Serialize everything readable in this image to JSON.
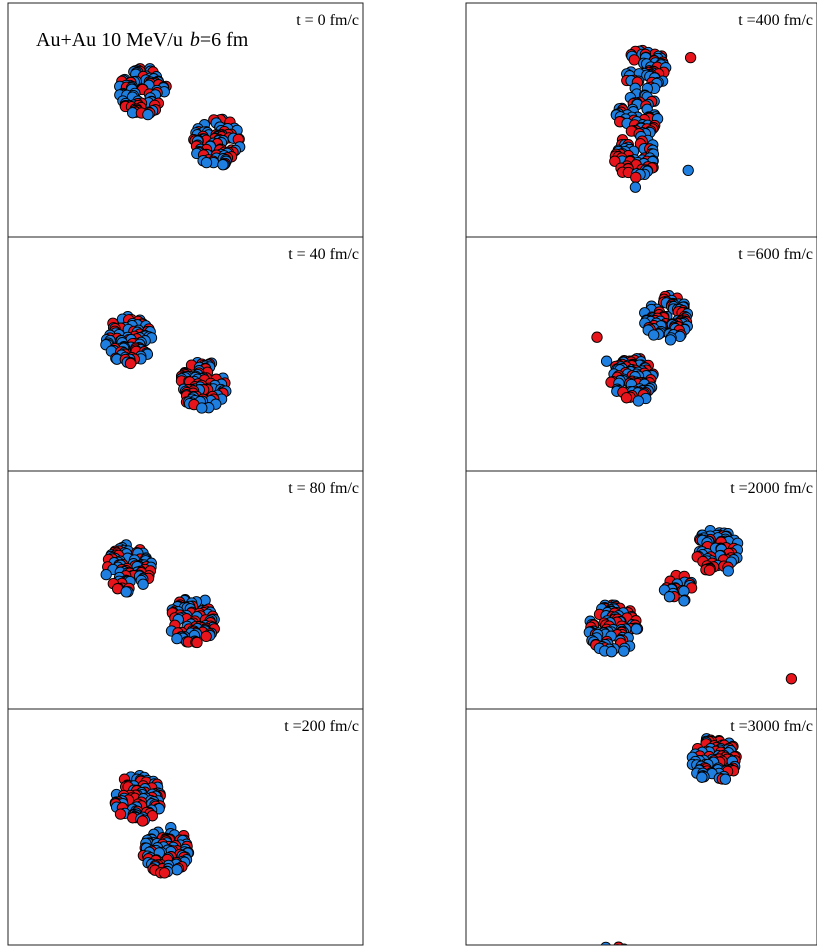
{
  "figure": {
    "title": "Au+Au 10 MeV/u",
    "title_param": "b",
    "title_param_value": "=6 fm"
  },
  "colors": {
    "proton": "#e8141b",
    "neutron": "#1e7fe0",
    "frame": "#222222"
  },
  "chart_data": [
    {
      "type": "scatter",
      "panel_label": "t = 0 fm/c",
      "grid": false,
      "clusters": [
        {
          "center": [
            0,
            1.2
          ],
          "radius": 1.0,
          "count": 90
        },
        {
          "center": [
            3.1,
            -0.9
          ],
          "radius": 1.0,
          "count": 90
        }
      ],
      "outliers": []
    },
    {
      "type": "scatter",
      "panel_label": "t = 40 fm/c",
      "grid": false,
      "clusters": [
        {
          "center": [
            -0.6,
            0.6
          ],
          "radius": 1.0,
          "count": 90
        },
        {
          "center": [
            2.5,
            -1.3
          ],
          "radius": 1.0,
          "count": 90
        }
      ],
      "outliers": []
    },
    {
      "type": "scatter",
      "panel_label": "t = 80 fm/c",
      "grid": false,
      "clusters": [
        {
          "center": [
            -0.6,
            0.9
          ],
          "radius": 1.0,
          "count": 90
        },
        {
          "center": [
            2.1,
            -1.3
          ],
          "radius": 1.0,
          "count": 90
        }
      ],
      "outliers": []
    },
    {
      "type": "scatter",
      "panel_label": "t =200 fm/c",
      "grid": false,
      "clusters": [
        {
          "center": [
            -0.2,
            1.2
          ],
          "radius": 1.0,
          "count": 90
        },
        {
          "center": [
            1.0,
            -1.0
          ],
          "radius": 1.0,
          "count": 90
        }
      ],
      "outliers": []
    },
    {
      "type": "scatter",
      "panel_label": "t =400 fm/c",
      "grid": false,
      "clusters": [
        {
          "center": [
            1.9,
            2.1
          ],
          "radius": 0.9,
          "count": 60
        },
        {
          "center": [
            1.6,
            0.2
          ],
          "radius": 0.9,
          "count": 60
        },
        {
          "center": [
            1.5,
            -1.5
          ],
          "radius": 0.9,
          "count": 60
        }
      ],
      "outliers": [
        {
          "x": 3.8,
          "y": 2.6,
          "kind": "proton"
        },
        {
          "x": 3.7,
          "y": -2.1,
          "kind": "neutron"
        },
        {
          "x": 1.5,
          "y": -2.8,
          "kind": "neutron"
        }
      ]
    },
    {
      "type": "scatter",
      "panel_label": "t =600 fm/c",
      "grid": false,
      "clusters": [
        {
          "center": [
            2.8,
            1.5
          ],
          "radius": 0.95,
          "count": 90
        },
        {
          "center": [
            1.4,
            -1.1
          ],
          "radius": 0.95,
          "count": 90
        }
      ],
      "outliers": [
        {
          "x": -0.1,
          "y": 0.7,
          "kind": "proton"
        },
        {
          "x": 0.3,
          "y": -0.3,
          "kind": "neutron"
        }
      ]
    },
    {
      "type": "scatter",
      "panel_label": "t =2000 fm/c",
      "grid": false,
      "clusters": [
        {
          "center": [
            0.6,
            -1.6
          ],
          "radius": 1.05,
          "count": 100
        },
        {
          "center": [
            3.3,
            0.1
          ],
          "radius": 0.6,
          "count": 22
        },
        {
          "center": [
            4.9,
            1.6
          ],
          "radius": 0.95,
          "count": 70
        }
      ],
      "outliers": [
        {
          "x": 8.0,
          "y": -3.7,
          "kind": "proton"
        }
      ]
    },
    {
      "type": "scatter",
      "panel_label": "t =3000 fm/c",
      "grid": false,
      "clusters": [
        {
          "center": [
            4.8,
            2.8
          ],
          "radius": 0.95,
          "count": 85
        },
        {
          "center": [
            0.8,
            -5.8
          ],
          "radius": 0.95,
          "count": 85
        }
      ],
      "outliers": []
    }
  ]
}
